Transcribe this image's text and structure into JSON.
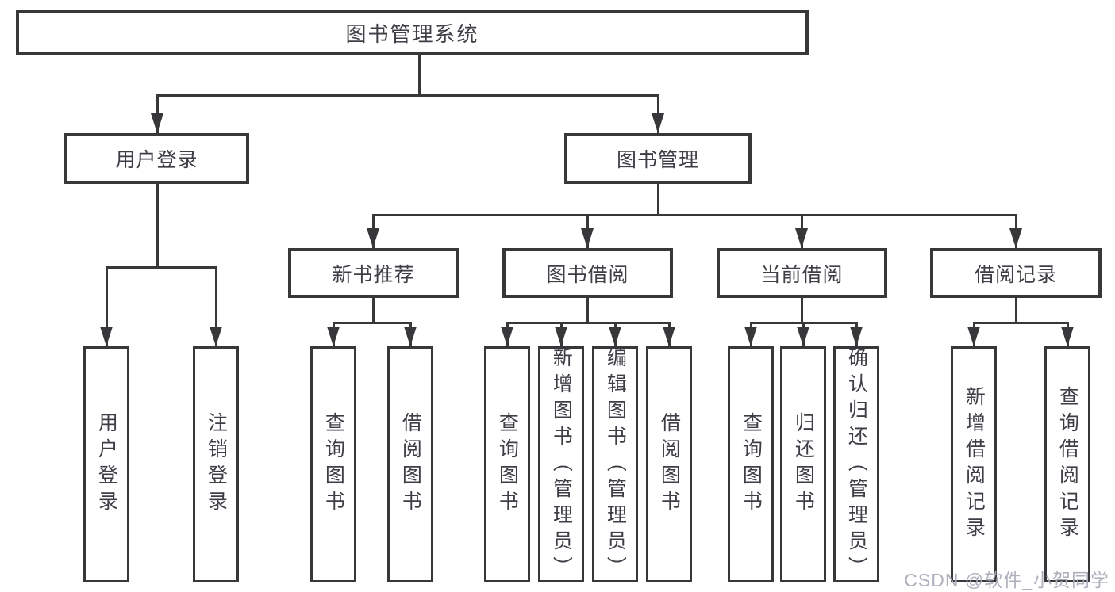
{
  "tree": {
    "label": "图书管理系统",
    "children": [
      {
        "label": "用户登录",
        "children": [
          {
            "label": "用户登录"
          },
          {
            "label": "注销登录"
          }
        ]
      },
      {
        "label": "图书管理",
        "children": [
          {
            "label": "新书推荐",
            "children": [
              {
                "label": "查询图书"
              },
              {
                "label": "借阅图书"
              }
            ]
          },
          {
            "label": "图书借阅",
            "children": [
              {
                "label": "查询图书"
              },
              {
                "label": "新增图书（管理员）"
              },
              {
                "label": "编辑图书（管理员）"
              },
              {
                "label": "借阅图书"
              }
            ]
          },
          {
            "label": "当前借阅",
            "children": [
              {
                "label": "查询图书"
              },
              {
                "label": "归还图书"
              },
              {
                "label": "确认归还（管理员）"
              }
            ]
          },
          {
            "label": "借阅记录",
            "children": [
              {
                "label": "新增借阅记录"
              },
              {
                "label": "查询借阅记录"
              }
            ]
          }
        ]
      }
    ]
  },
  "watermark": "CSDN @软件_小贺同学",
  "colors": {
    "line": "#38383b",
    "text": "#3e3e46",
    "watermark": "#aaadb9"
  }
}
